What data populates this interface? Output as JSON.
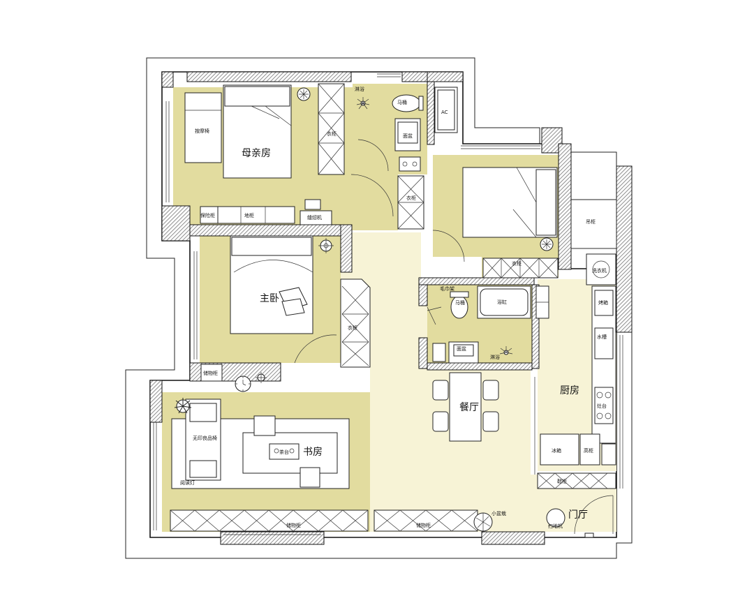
{
  "colors": {
    "room_fill": "#e2dc9f",
    "living_fill": "#f7f3d6",
    "wall": "#111111",
    "hatch": "#8f8f8f",
    "background": "#ffffff"
  },
  "rooms": {
    "mother_room": "母亲房",
    "master_bedroom": "主卧",
    "study": "书房",
    "dining": "餐厅",
    "kitchen": "厨房",
    "foyer": "门厅"
  },
  "labels": {
    "massage_chair": "按摩椅",
    "safe_cabinet": "保险柜",
    "floor_cabinet": "地柜",
    "sewing_machine": "缝纫机",
    "wardrobe_mother": "衣柜",
    "shower_top": "淋浴",
    "toilet_top": "马桶",
    "washbasin_top": "面盆",
    "ac": "AC",
    "wardrobe_hall": "衣柜",
    "wardrobe_second": "衣柜",
    "balcony_cabinet": "吊柜",
    "washing_machine": "洗衣机",
    "towel_rack": "毛巾架",
    "toilet_mid": "马桶",
    "bathtub": "浴缸",
    "washbasin_mid": "面盆",
    "shower_mid": "淋浴",
    "wardrobe_master": "衣柜",
    "storage_small": "储物柜",
    "oven": "烤箱",
    "sink": "水槽",
    "stove": "灶台",
    "fridge": "冰箱",
    "tall_cabinet": "高柜",
    "entry_cabinet": "鞋柜",
    "muji_chair": "无印良品椅",
    "tea_table": "茶台",
    "reading_lamp": "阅读灯",
    "storage_study": "储物柜",
    "storage_living": "储物柜",
    "small_plant": "小盆栽",
    "sweeper_robot": "扫地机"
  },
  "icons": [
    "fan-icon",
    "plant-icon",
    "clock-icon",
    "ac-icon"
  ]
}
